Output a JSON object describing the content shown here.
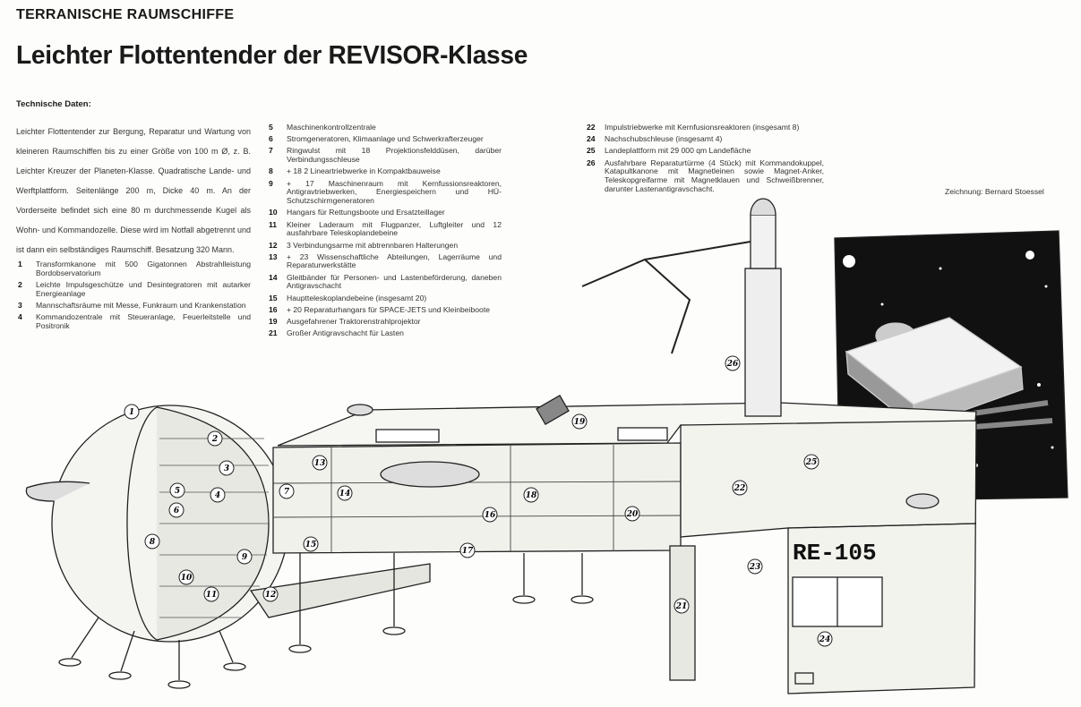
{
  "header": {
    "series": "TERRANISCHE RAUMSCHIFFE",
    "title": "Leichter Flottentender der REVISOR-Klasse"
  },
  "tech": {
    "heading": "Technische Daten:",
    "intro": "Leichter Flottentender zur Bergung, Reparatur und Wartung von kleineren Raumschiffen bis zu einer Größe von 100 m Ø, z. B. Leichter Kreuzer der Planeten-Klasse. Quadratische Lande- und Werftplattform. Seitenlänge 200 m, Dicke 40 m. An der Vorderseite befindet sich eine 80 m durchmessende Kugel als Wohn- und Kommandozelle. Diese wird im Notfall abgetrennt und ist dann ein selbständiges Raumschiff. Besatzung 320 Mann."
  },
  "legend_col1": [
    {
      "n": "1",
      "t": "Transformkanone mit 500 Gigatonnen Abstrahlleistung Bordobservatorium"
    },
    {
      "n": "2",
      "t": "Leichte Impulsgeschütze und Desintegratoren mit autarker Energieanlage"
    },
    {
      "n": "3",
      "t": "Mannschaftsräume mit Messe, Funkraum und Krankenstation"
    },
    {
      "n": "4",
      "t": "Kommandozentrale mit Steueranlage, Feuerleitstelle und Positronik"
    }
  ],
  "legend_col2": [
    {
      "n": "5",
      "t": "Maschinenkontrollzentrale"
    },
    {
      "n": "6",
      "t": "Stromgeneratoren, Klimaanlage und Schwerkrafterzeuger"
    },
    {
      "n": "7",
      "t": "Ringwulst mit 18 Projektionsfelddüsen, darüber Verbindungsschleuse"
    },
    {
      "n": "8",
      "t": "+ 18 2 Lineartriebwerke in Kompaktbauweise"
    },
    {
      "n": "9",
      "t": "+ 17 Maschinenraum mit Kernfussionsreaktoren, Antigravtriebwerken, Energiespeichern und HÜ-Schutzschirmgeneratoren"
    },
    {
      "n": "10",
      "t": "Hangars für Rettungsboote und Ersatzteillager"
    },
    {
      "n": "11",
      "t": "Kleiner Laderaum mit Flugpanzer, Luftgleiter und 12 ausfahrbare Teleskoplandebeine"
    },
    {
      "n": "12",
      "t": "3 Verbindungsarme mit abtrennbaren Halterungen"
    },
    {
      "n": "13",
      "t": "+ 23 Wissenschaftliche Abteilungen, Lagerräume und Reparaturwerkstätte"
    },
    {
      "n": "14",
      "t": "Gleitbänder für Personen- und Lastenbeförderung, daneben Antigravschacht"
    },
    {
      "n": "15",
      "t": "Hauptteleskoplandebeine (insgesamt 20)"
    },
    {
      "n": "16",
      "t": "+ 20 Reparaturhangars für SPACE-JETS und Kleinbeiboote"
    },
    {
      "n": "19",
      "t": "Ausgefahrener Traktorenstrahlprojektor"
    },
    {
      "n": "21",
      "t": "Großer Antigravschacht für Lasten"
    }
  ],
  "legend_col3": [
    {
      "n": "22",
      "t": "Impulstriebwerke mit Kernfusionsreaktoren (insgesamt 8)"
    },
    {
      "n": "24",
      "t": "Nachschubschleuse (insgesamt 4)"
    },
    {
      "n": "25",
      "t": "Landeplattform mit 29 000 qm Landefläche"
    },
    {
      "n": "26",
      "t": "Ausfahrbare Reparaturtürme (4 Stück) mit Kommandokuppel, Katapultkanone mit Magnetleinen sowie Magnet-Anker, Teleskopgreifarme mit Magnetklauen und Schweißbrenner, darunter Lastenantigravschacht."
    }
  ],
  "credit": "Zeichnung: Bernard Stoessel",
  "drawing": {
    "registration": "RE-105",
    "callouts": [
      "1",
      "2",
      "3",
      "4",
      "5",
      "6",
      "7",
      "8",
      "9",
      "10",
      "11",
      "12",
      "13",
      "14",
      "15",
      "16",
      "17",
      "18",
      "19",
      "20",
      "21",
      "22",
      "23",
      "24",
      "25",
      "26"
    ]
  }
}
